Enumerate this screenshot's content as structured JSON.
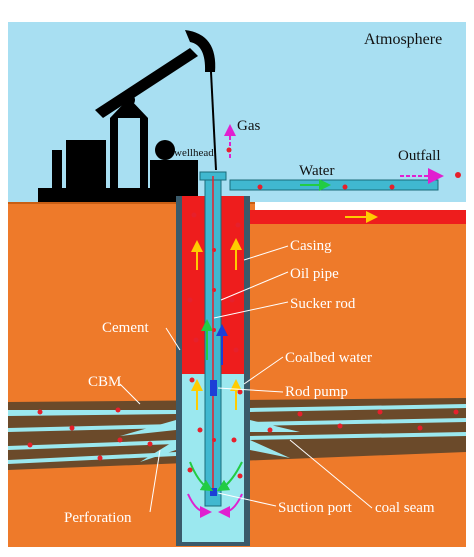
{
  "colors": {
    "sky": "#a8dff2",
    "ground": "#ee7a2a",
    "ground_edge": "#c85e14",
    "seam": "#6b4a2a",
    "water": "#9be8ef",
    "casing": "#ee1d1d",
    "cement": "#3a5a6a",
    "pipe": "#40b8d0",
    "dot": "#e6202c",
    "arrow_yellow": "#ffcc00",
    "arrow_green": "#22cc44",
    "arrow_magenta": "#e020d0",
    "pump_blue": "#1c3fd6"
  },
  "labels": {
    "atmosphere": "Atmosphere",
    "gas": "Gas",
    "wellhead": "wellhead",
    "water": "Water",
    "outfall": "Outfall",
    "casing": "Casing",
    "oil_pipe": "Oil  pipe",
    "sucker_rod": "Sucker rod",
    "cement": "Cement",
    "coalbed_water": "Coalbed water",
    "cbm": "CBM",
    "rod_pump": "Rod pump",
    "coal_seam": "coal seam",
    "perforation": "Perforation",
    "suction_port": "Suction port"
  },
  "icons": {
    "pump_jack": "pump-jack-silhouette"
  }
}
